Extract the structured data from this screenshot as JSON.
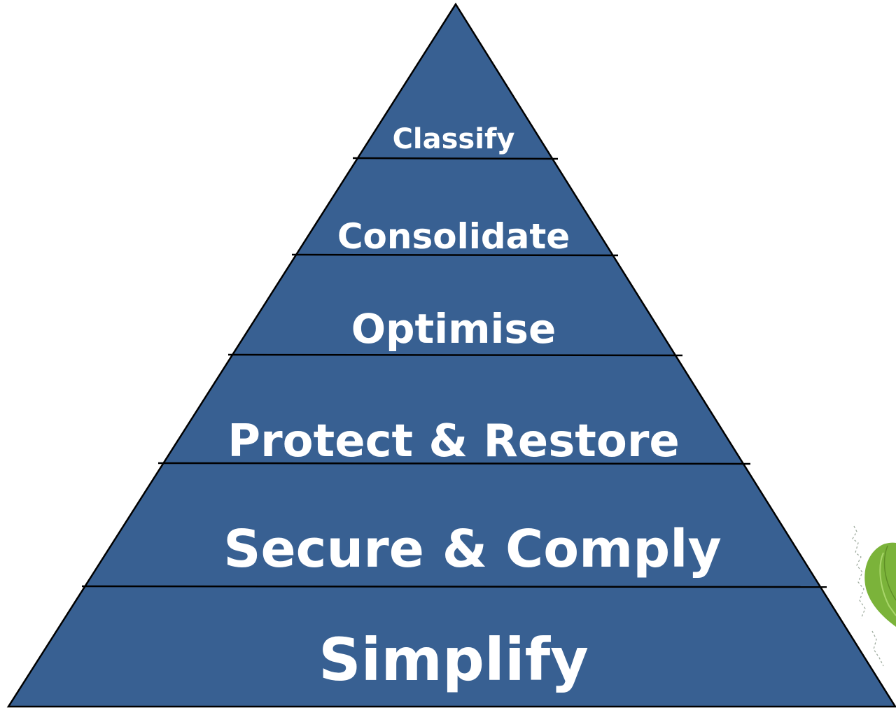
{
  "pyramid": {
    "fill_color": "#386092",
    "outline_color": "#000000",
    "label_color": "#ffffff",
    "tiers": [
      {
        "label": "Classify"
      },
      {
        "label": "Consolidate"
      },
      {
        "label": "Optimise"
      },
      {
        "label": "Protect & Restore"
      },
      {
        "label": "Secure & Comply"
      },
      {
        "label": "Simplify"
      }
    ]
  },
  "decoration": {
    "icon": "green-leaf-icon"
  }
}
